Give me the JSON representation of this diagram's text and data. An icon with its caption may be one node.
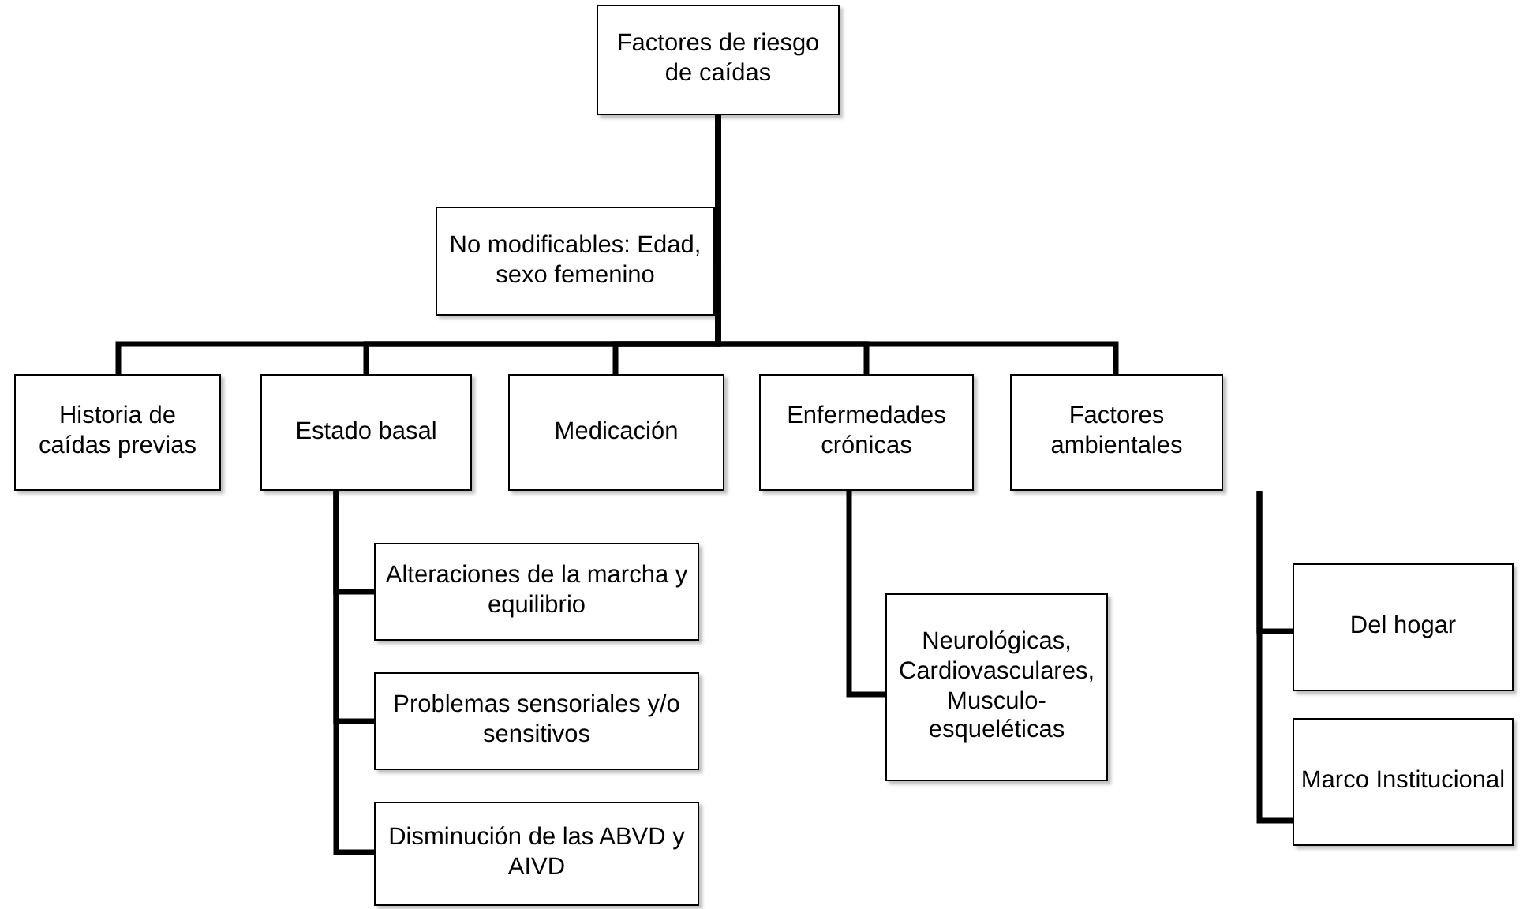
{
  "diagram": {
    "nodes": [
      {
        "text": [
          "Factores de riesgo de caídas"
        ]
      },
      {
        "text": [
          "No modificables: Edad, sexo femenino"
        ]
      },
      {
        "text": [
          "Historia de caídas previas"
        ]
      },
      {
        "text": [
          "Estado basal"
        ]
      },
      {
        "text": [
          "Medicación"
        ]
      },
      {
        "text": [
          "Enfermedades crónicas"
        ]
      },
      {
        "text": [
          "Factores ambientales"
        ]
      },
      {
        "text": [
          "Alteraciones de la marcha y equilibrio"
        ]
      },
      {
        "text": [
          "Problemas sensoriales y/o sensitivos"
        ]
      },
      {
        "text": [
          "Disminución de las ABVD y AIVD"
        ]
      },
      {
        "text": [
          "Neurológicas, Cardiovasculares, Musculo-esqueléticas"
        ]
      },
      {
        "text": [
          "Del hogar"
        ]
      },
      {
        "text": [
          "Marco Institucional"
        ]
      }
    ],
    "edges": [
      {
        "from": 0,
        "to": 1,
        "arrow": "none"
      },
      {
        "from": 0,
        "to": 2,
        "arrow": "none"
      },
      {
        "from": 0,
        "to": 3,
        "arrow": "none"
      },
      {
        "from": 0,
        "to": 4,
        "arrow": "none"
      },
      {
        "from": 0,
        "to": 5,
        "arrow": "none"
      },
      {
        "from": 0,
        "to": 6,
        "arrow": "none"
      },
      {
        "from": 3,
        "to": 7,
        "arrow": "none"
      },
      {
        "from": 3,
        "to": 8,
        "arrow": "none"
      },
      {
        "from": 3,
        "to": 9,
        "arrow": "none"
      },
      {
        "from": 5,
        "to": 10,
        "arrow": "none"
      },
      {
        "from": 6,
        "to": 11,
        "arrow": "none"
      },
      {
        "from": 6,
        "to": 12,
        "arrow": "none"
      }
    ]
  }
}
